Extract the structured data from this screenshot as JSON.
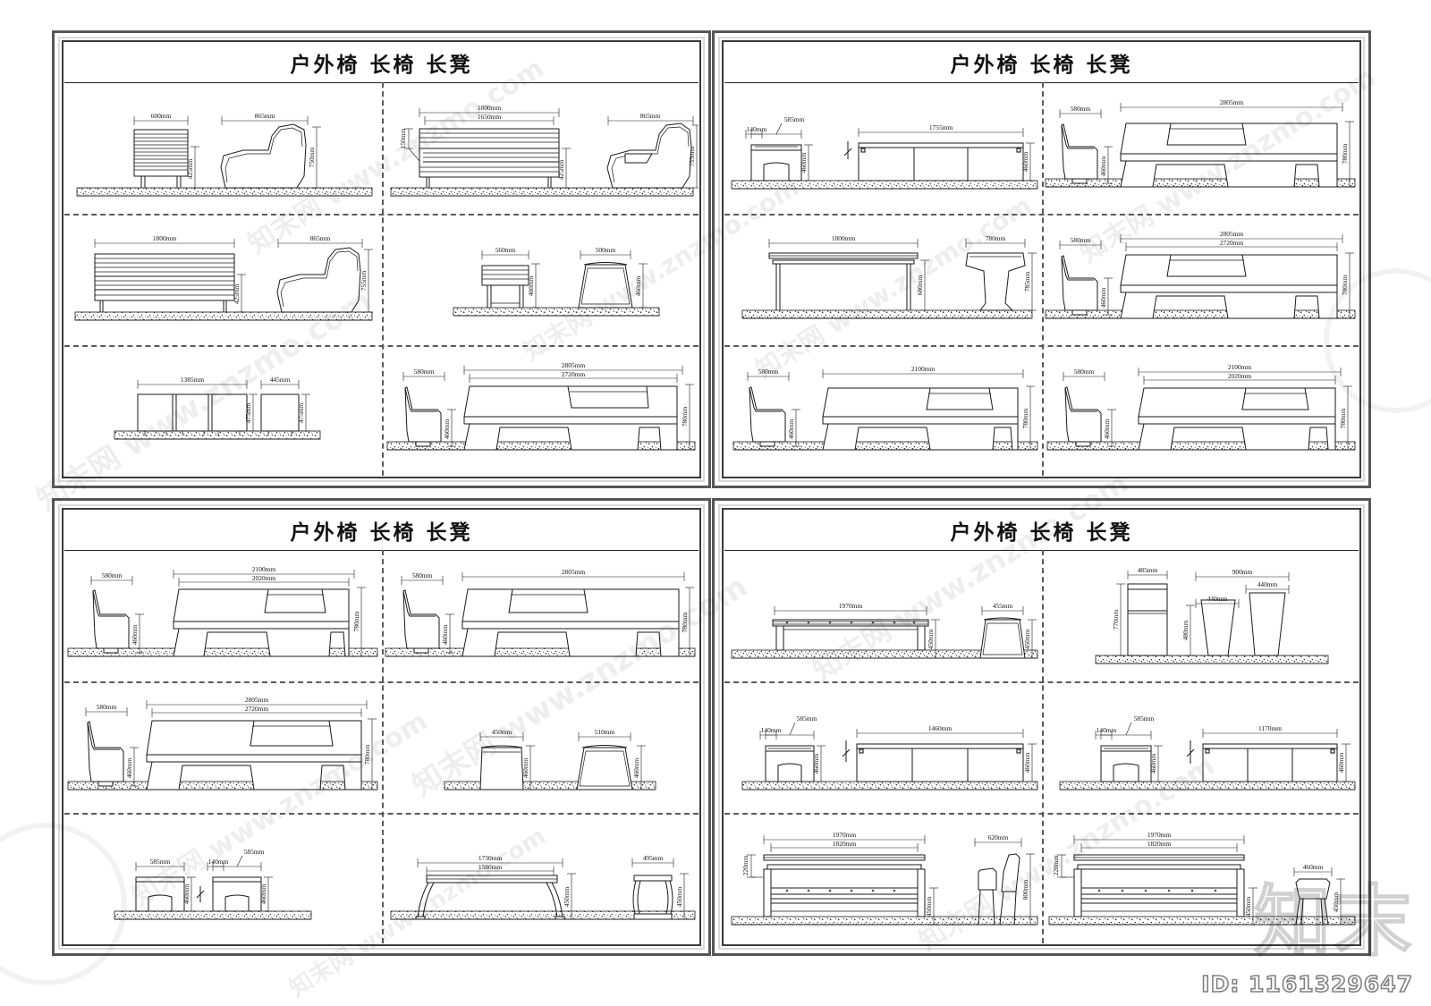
{
  "sheet": {
    "id_label": "ID: 1161329647",
    "watermark_text": "知末网 www.znzmo.com",
    "watermark_logo": "知末"
  },
  "panels": [
    {
      "key": "top-left",
      "title": "户外椅 长椅 长凳",
      "cells": [
        {
          "key": "tl-r1c1",
          "items": [
            {
              "name": "slatted-bench-front",
              "dims": {
                "width": "600mm",
                "height": "425mm"
              }
            },
            {
              "name": "lounge-chair-profile",
              "dims": {
                "width": "865mm",
                "height": "750mm"
              }
            }
          ]
        },
        {
          "key": "tl-r1c2",
          "items": [
            {
              "name": "slatted-bench-long-elevation",
              "dims": {
                "width": "1800mm",
                "inner_width": "1650mm",
                "back_height": "150mm",
                "seat_height": "425mm"
              }
            },
            {
              "name": "armchair-profile",
              "dims": {
                "width": "865mm",
                "height": "755mm"
              }
            }
          ]
        },
        {
          "key": "tl-r2c1",
          "items": [
            {
              "name": "slatted-bench-elevation",
              "dims": {
                "width": "1800mm",
                "seat_height": "425mm"
              }
            },
            {
              "name": "lounge-chair-profile",
              "dims": {
                "width": "865mm",
                "height": "755mm"
              }
            }
          ]
        },
        {
          "key": "tl-r2c2",
          "items": [
            {
              "name": "slatted-stool-front",
              "dims": {
                "width": "560mm",
                "height": "460mm"
              }
            },
            {
              "name": "tapered-stool-profile",
              "dims": {
                "width": "500mm",
                "height": "460mm"
              }
            }
          ]
        },
        {
          "key": "tl-r3c1",
          "items": [
            {
              "name": "panel-bench-long",
              "dims": {
                "width": "1385mm",
                "height": "475mm"
              }
            },
            {
              "name": "panel-stool",
              "dims": {
                "width": "445mm",
                "height": "475mm"
              }
            }
          ]
        },
        {
          "key": "tl-r3c2",
          "items": [
            {
              "name": "side-chair-profile",
              "dims": {
                "width": "580mm",
                "height": "460mm"
              }
            },
            {
              "name": "concrete-bench-long",
              "dims": {
                "width": "2805mm",
                "inner_width": "2720mm",
                "height": "780mm"
              }
            }
          ]
        }
      ]
    },
    {
      "key": "top-right",
      "title": "户外椅 长椅 长凳",
      "cells": [
        {
          "key": "tr-r1c1",
          "items": [
            {
              "name": "box-stool-front",
              "dims": {
                "width": "585mm",
                "offset": "140mm",
                "height": "460mm"
              }
            },
            {
              "name": "long-panel-bench",
              "dims": {
                "width": "1755mm",
                "height": "460mm"
              }
            }
          ]
        },
        {
          "key": "tr-r1c2",
          "items": [
            {
              "name": "side-chair-profile",
              "dims": {
                "width": "580mm",
                "height": "460mm"
              }
            },
            {
              "name": "concrete-bench-long",
              "dims": {
                "width": "2805mm",
                "height": "780mm"
              }
            }
          ]
        },
        {
          "key": "tr-r2c1",
          "items": [
            {
              "name": "outdoor-table-elevation",
              "dims": {
                "width": "1800mm",
                "height": "680mm"
              }
            },
            {
              "name": "pedestal-stool-profile",
              "dims": {
                "width": "780mm",
                "height": "785mm"
              }
            }
          ]
        },
        {
          "key": "tr-r2c2",
          "items": [
            {
              "name": "side-chair-profile",
              "dims": {
                "width": "580mm",
                "height": "460mm"
              }
            },
            {
              "name": "concrete-bench-long",
              "dims": {
                "width": "2805mm",
                "inner_width": "2720mm",
                "height": "780mm"
              }
            }
          ]
        },
        {
          "key": "tr-r3c1",
          "items": [
            {
              "name": "side-chair-profile",
              "dims": {
                "width": "580mm",
                "height": "460mm"
              }
            },
            {
              "name": "concrete-bench",
              "dims": {
                "width": "2100mm",
                "height": "780mm"
              }
            }
          ]
        },
        {
          "key": "tr-r3c2",
          "items": [
            {
              "name": "side-chair-profile",
              "dims": {
                "width": "580mm",
                "height": "460mm"
              }
            },
            {
              "name": "concrete-bench",
              "dims": {
                "width": "2100mm",
                "inner_width": "2020mm",
                "height": "780mm"
              }
            }
          ]
        }
      ]
    },
    {
      "key": "bottom-left",
      "title": "户外椅 长椅 长凳",
      "cells": [
        {
          "key": "bl-r1c1",
          "items": [
            {
              "name": "side-chair-profile",
              "dims": {
                "width": "580mm",
                "height": "460mm"
              }
            },
            {
              "name": "concrete-bench",
              "dims": {
                "width": "2100mm",
                "inner_width": "2020mm",
                "height": "780mm"
              }
            }
          ]
        },
        {
          "key": "bl-r1c2",
          "items": [
            {
              "name": "side-chair-profile",
              "dims": {
                "width": "580mm",
                "height": "460mm"
              }
            },
            {
              "name": "concrete-bench-long",
              "dims": {
                "width": "2805mm",
                "height": "780mm"
              }
            }
          ]
        },
        {
          "key": "bl-r2c1",
          "items": [
            {
              "name": "side-chair-profile",
              "dims": {
                "width": "580mm",
                "height": "460mm"
              }
            },
            {
              "name": "concrete-bench-long",
              "dims": {
                "width": "2805mm",
                "inner_width": "2720mm",
                "height": "780mm"
              }
            }
          ]
        },
        {
          "key": "bl-r2c2",
          "items": [
            {
              "name": "square-stool-profile",
              "dims": {
                "width": "450mm",
                "height": "460mm"
              }
            },
            {
              "name": "tapered-stool-profile",
              "dims": {
                "width": "510mm",
                "height": "460mm"
              }
            }
          ]
        },
        {
          "key": "bl-r3c1",
          "items": [
            {
              "name": "box-stool-front",
              "dims": {
                "width": "585mm",
                "height": "460mm"
              }
            },
            {
              "name": "box-stool-front-2",
              "dims": {
                "width": "585mm",
                "offset": "140mm",
                "height": "460mm"
              }
            }
          ]
        },
        {
          "key": "bl-r3c2",
          "items": [
            {
              "name": "tube-leg-bench",
              "dims": {
                "width": "1730mm",
                "inner_width": "1580mm",
                "height": "450mm"
              }
            },
            {
              "name": "tube-leg-stool",
              "dims": {
                "width": "495mm",
                "height": "450mm"
              }
            }
          ]
        }
      ]
    },
    {
      "key": "bottom-right",
      "title": "户外椅 长椅 长凳",
      "cells": [
        {
          "key": "br-r1c1",
          "items": [
            {
              "name": "flat-slat-bench",
              "dims": {
                "width": "1970mm",
                "height": "450mm"
              }
            },
            {
              "name": "tapered-stool-profile",
              "dims": {
                "width": "455mm",
                "height": "450mm"
              }
            }
          ]
        },
        {
          "key": "br-r1c2",
          "items": [
            {
              "name": "tall-box-unit",
              "dims": {
                "width": "485mm",
                "height": "770mm"
              }
            },
            {
              "name": "chair-pair-profile",
              "dims": {
                "width": "900mm",
                "seat_a": "440mm",
                "seat_b": "440mm",
                "height": "480mm"
              }
            }
          ]
        },
        {
          "key": "br-r2c1",
          "items": [
            {
              "name": "box-stool-front",
              "dims": {
                "width": "585mm",
                "offset": "140mm",
                "height": "460mm"
              }
            },
            {
              "name": "panel-bench",
              "dims": {
                "width": "1460mm",
                "height": "460mm"
              }
            }
          ]
        },
        {
          "key": "br-r2c2",
          "items": [
            {
              "name": "box-stool-front",
              "dims": {
                "width": "585mm",
                "offset": "140mm",
                "height": "460mm"
              }
            },
            {
              "name": "panel-bench",
              "dims": {
                "width": "1170mm",
                "height": "460mm"
              }
            }
          ]
        },
        {
          "key": "br-r3c1",
          "items": [
            {
              "name": "backed-bench-elevation",
              "dims": {
                "width": "1970mm",
                "inner_width": "1820mm",
                "back_offset": "220mm",
                "seat_height": "450mm"
              }
            },
            {
              "name": "backed-chair-profile",
              "dims": {
                "width": "620mm",
                "height": "800mm"
              }
            }
          ]
        },
        {
          "key": "br-r3c2",
          "items": [
            {
              "name": "backed-bench-elevation",
              "dims": {
                "width": "1970mm",
                "inner_width": "1820mm",
                "back_offset": "220mm",
                "seat_height": "450mm"
              }
            },
            {
              "name": "backed-chair-profile",
              "dims": {
                "width": "460mm",
                "height": "450mm"
              }
            }
          ]
        }
      ]
    }
  ]
}
